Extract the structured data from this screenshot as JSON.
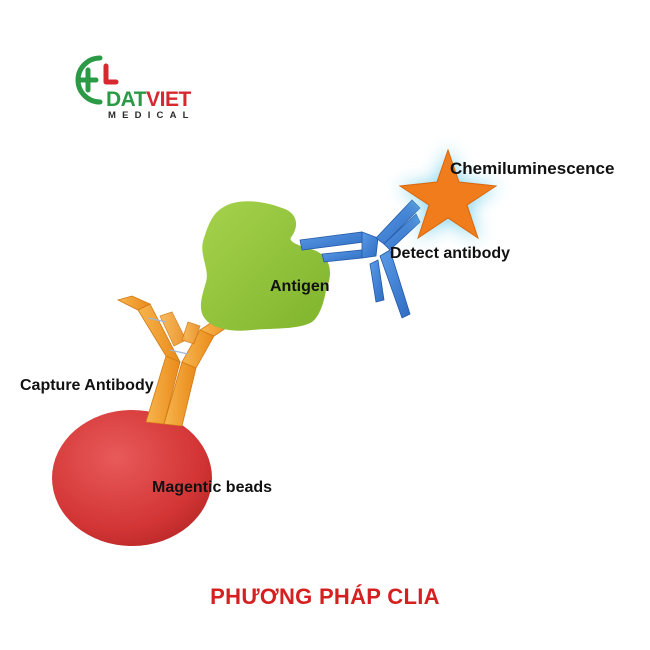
{
  "logo": {
    "name_part1": "DAT",
    "name_part2": "VIET",
    "subtitle": "MEDICAL",
    "brand_green": "#2b9a46",
    "brand_red": "#d7282f"
  },
  "diagram": {
    "labels": {
      "chemiluminescence": "Chemiluminescence",
      "detect_antibody": "Detect antibody",
      "antigen": "Antigen",
      "capture_antibody": "Capture Antibody",
      "magnetic_beads": "Magentic beads"
    },
    "colors": {
      "star": "#f07c1c",
      "star_glow": "#7fd3ec",
      "detect_antibody": "#3d7ed6",
      "antigen": "#93c63b",
      "capture_antibody": "#f3a032",
      "bead": "#d63a3a"
    }
  },
  "caption": "PHƯƠNG PHÁP CLIA"
}
